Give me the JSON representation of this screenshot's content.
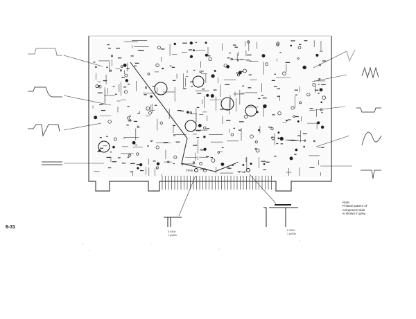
{
  "page_number": "6-31",
  "note": {
    "heading": "Note:",
    "lines": [
      "Printed pattern of",
      "component side",
      "is shown in grey."
    ]
  },
  "test_points": {
    "left": "TP-9",
    "right": "TP-10"
  },
  "waveform_callouts": {
    "left": [
      "5 V/Div",
      "1 µs/Div"
    ],
    "right": [
      "5 V/Div",
      "1 µs/Div"
    ]
  }
}
